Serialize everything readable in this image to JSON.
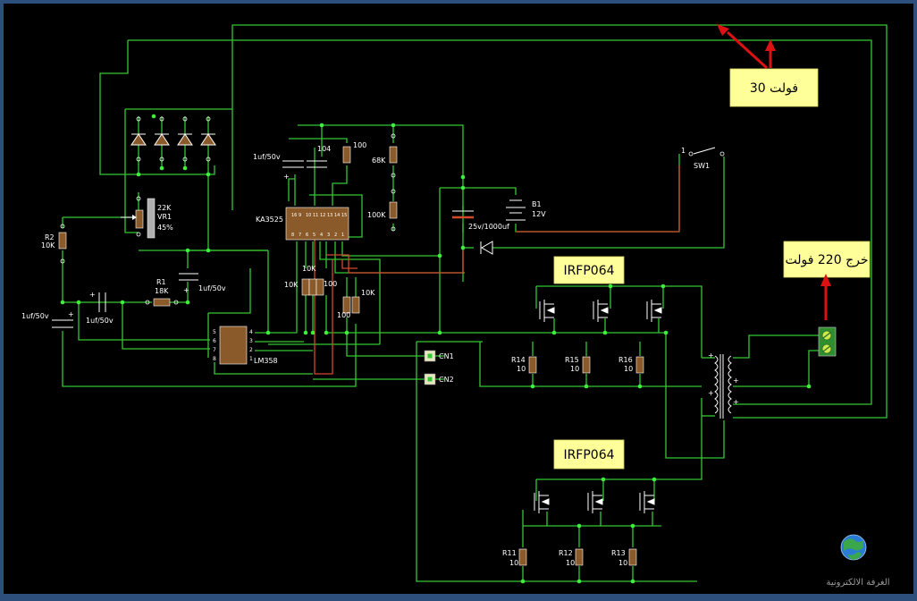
{
  "labels": {
    "r2": "R2",
    "r2_val": "10K",
    "vr1_val": "22K",
    "vr1": "VR1",
    "vr1_pos": "45%",
    "r1": "R1",
    "r1_val": "18K",
    "c_left": "1uf/50v",
    "c_mid": "1uf/50v",
    "c_vr": "1uf/50v",
    "c_top": "1uf/50v",
    "cap104": "104",
    "r_100_top": "100",
    "r_68k": "68K",
    "r_100k": "100K",
    "ka3525": "KA3525",
    "r_10k_a": "10K",
    "r_10k_b": "10K",
    "r_100_mid": "100",
    "r_10k_c": "10K",
    "r_100_low": "100",
    "lm358": "LM358",
    "b1": "B1",
    "b1_val": "12V",
    "c_big": "25v/1000uf",
    "sw1": "SW1",
    "sw1_pin": "1",
    "cn1": "CN1",
    "cn2": "CN2",
    "r14": "R14",
    "r14_val": "10",
    "r15": "R15",
    "r15_val": "10",
    "r16": "R16",
    "r16_val": "10",
    "r11": "R11",
    "r11_val": "10",
    "r12": "R12",
    "r12_val": "10",
    "r13": "R13",
    "r13_val": "10",
    "plus": "+"
  },
  "callouts": {
    "v30": "30 فولت",
    "v220": "خرج 220 فولت",
    "mosfet_top": "IRFP064",
    "mosfet_bottom": "IRFP064"
  },
  "logo": {
    "text": "الغرفة الالكترونية",
    "icon": "globe-icon"
  },
  "colors": {
    "frame": "#2c4f7c",
    "canvas": "#000000",
    "wire": "#32c832",
    "wire_red": "#d4482e",
    "component": "#8b5a2b",
    "callout": "#ffff99",
    "arrow": "#dd1111"
  }
}
